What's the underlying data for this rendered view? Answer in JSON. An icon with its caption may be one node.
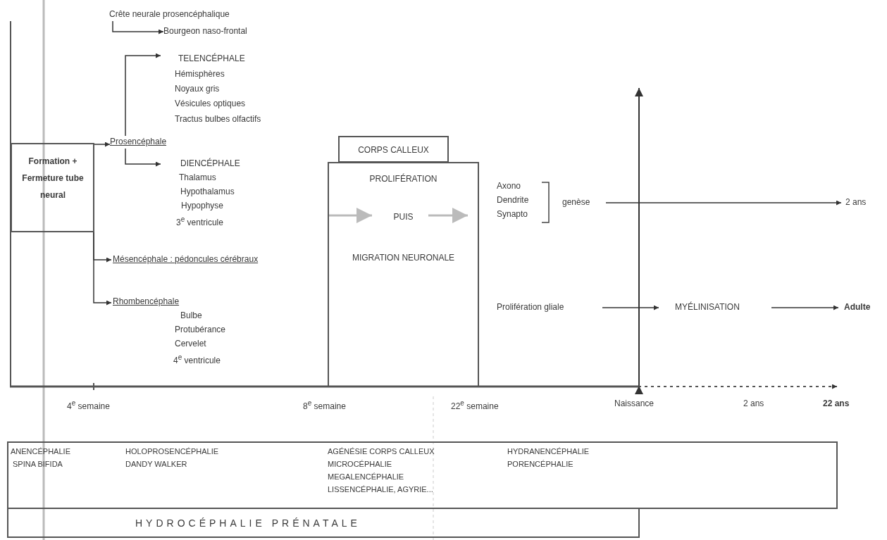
{
  "diagram": {
    "nodes": [
      {
        "text": [
          "Formation + Fermeture tube neural"
        ]
      },
      {
        "text": [
          "Crête neurale prosencéphalique"
        ]
      },
      {
        "text": [
          "Bourgeon naso-frontal"
        ]
      },
      {
        "text": [
          "Prosencéphale"
        ]
      },
      {
        "text": [
          "TELENCÉPHALE",
          "Hémisphères",
          "Noyaux gris",
          "Vésicules optiques",
          "Tractus bulbes olfactifs"
        ]
      },
      {
        "text": [
          "DIENCÉPHALE",
          "Thalamus",
          "Hypothalamus",
          "Hypophyse",
          "3$^{e}$ ventricule"
        ]
      },
      {
        "text": [
          "Mésencéphale : pédoncules cérébraux"
        ]
      },
      {
        "text": [
          "Rhombencéphale",
          "Bulbe",
          "Protubérance",
          "Cervelet",
          "4$^{e}$ ventricule"
        ]
      },
      {
        "text": [
          "CORPS CALLEUX"
        ]
      },
      {
        "text": [
          "PROLIFÉRATION",
          "PUIS",
          "MIGRATION NEURONALE"
        ]
      },
      {
        "text": [
          "Axono",
          "Dendrite",
          "Synapto"
        ]
      },
      {
        "text": [
          "genèse"
        ]
      },
      {
        "text": [
          "2 ans"
        ]
      },
      {
        "text": [
          "Prolifération gliale"
        ]
      },
      {
        "text": [
          "MYÉLINISATION"
        ]
      },
      {
        "text": [
          "Adulte"
        ]
      },
      {
        "text": [
          "ANENCÉPHALIE",
          "SPINA BIFIDA",
          "HOLOPROSENCÉPHALIE",
          "DANDY WALKER",
          "AGÉNÉSIE CORPS CALLEUX",
          "MICROCÉPHALIE",
          "MEGALENCÉPHALIE",
          "LISSENCÉPHALIE, AGYRIE...",
          "HYDRANENCÉPHALIE",
          "PORENCÉPHALIE"
        ]
      },
      {
        "text": [
          "HYDROCÉPHALIE PRÉNATALE"
        ]
      }
    ],
    "edges": [
      {
        "from": 1,
        "to": 2,
        "arrow": "to"
      },
      {
        "from": 0,
        "to": 3,
        "arrow": "to"
      },
      {
        "from": 3,
        "to": 4,
        "arrow": "to"
      },
      {
        "from": 3,
        "to": 5,
        "arrow": "to"
      },
      {
        "from": 0,
        "to": 6,
        "arrow": "to"
      },
      {
        "from": 0,
        "to": 7,
        "arrow": "to"
      },
      {
        "from": 11,
        "to": 12,
        "arrow": "to"
      },
      {
        "from": 13,
        "to": 14,
        "arrow": "to"
      },
      {
        "from": 14,
        "to": 15,
        "arrow": "to"
      }
    ],
    "labels": [
      "4$^{e}$ semaine",
      "8$^{e}$ semaine",
      "22$^{e}$ semaine",
      "Naissance",
      "2 ans",
      "22 ans"
    ]
  }
}
